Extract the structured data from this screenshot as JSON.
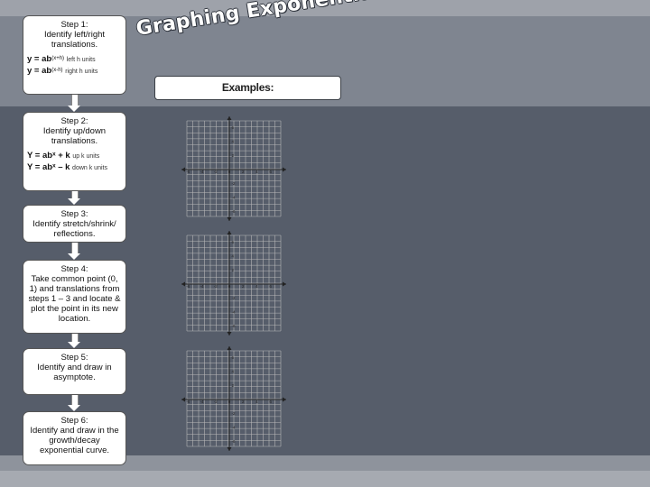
{
  "title": "Graphing Exponential Functions",
  "examples_label": "Examples:",
  "steps": [
    {
      "title": "Step 1:",
      "text": "Identify left/right translations.",
      "formulas": [
        {
          "eq": "y =  ab",
          "sup": "(x+h)",
          "note": "left h units"
        },
        {
          "eq": "y =  ab",
          "sup": "(x-h)",
          "note": "right h units"
        }
      ]
    },
    {
      "title": "Step 2:",
      "text": "Identify up/down translations.",
      "formulas": [
        {
          "eq": "Y =  abˣ + k",
          "sup": "",
          "note": "up k units"
        },
        {
          "eq": "Y =  abˣ – k",
          "sup": "",
          "note": "down k units"
        }
      ]
    },
    {
      "title": "Step 3:",
      "text": "Identify stretch/shrink/ reflections.",
      "formulas": []
    },
    {
      "title": "Step 4:",
      "text": "Take common point (0, 1) and translations from steps 1 – 3 and locate & plot the point in its new location.",
      "formulas": []
    },
    {
      "title": "Step 5:",
      "text": "Identify and draw in asymptote.",
      "formulas": []
    },
    {
      "title": "Step 6:",
      "text": "Identify and draw in the growth/decay exponential curve.",
      "formulas": []
    }
  ],
  "graph": {
    "x_ticks": [
      "-6",
      "-4",
      "-2",
      "0",
      "2",
      "4",
      "6"
    ],
    "y_ticks": [
      "6",
      "4",
      "2",
      "-2",
      "-4",
      "-6"
    ]
  },
  "colors": {
    "background": "#565d6a",
    "grid": "#b8b8b8",
    "axis": "#222222"
  }
}
